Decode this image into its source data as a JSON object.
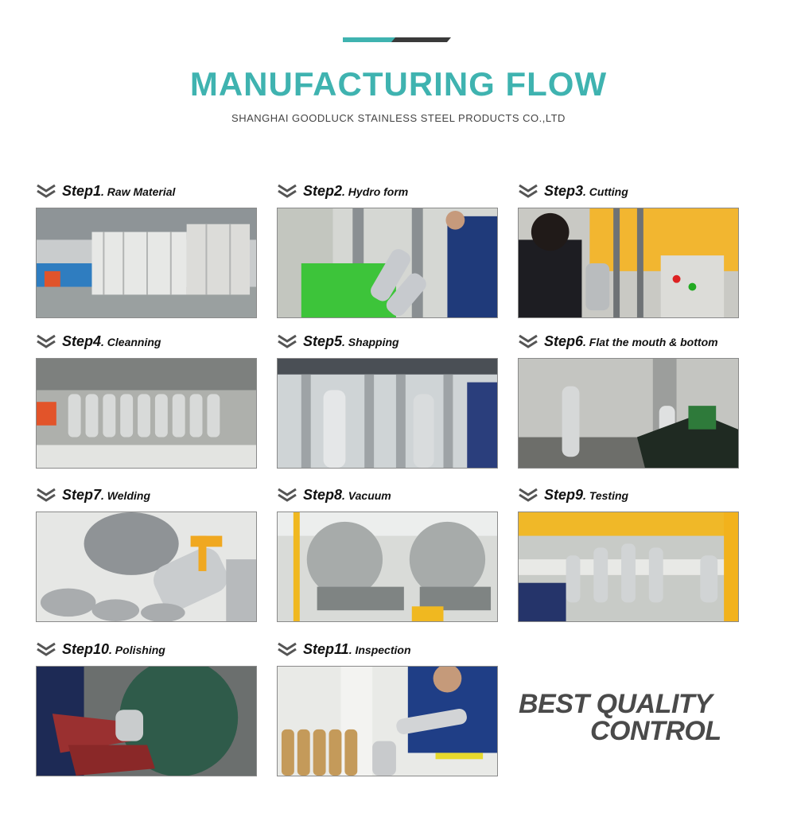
{
  "header": {
    "title": "MANUFACTURING FLOW",
    "subtitle": "SHANGHAI GOODLUCK STAINLESS STEEL PRODUCTS CO.,LTD"
  },
  "steps": [
    {
      "number": "Step1",
      "name": ". Raw Material"
    },
    {
      "number": "Step2",
      "name": ". Hydro form"
    },
    {
      "number": "Step3",
      "name": ". Cutting"
    },
    {
      "number": "Step4",
      "name": ". Cleanning"
    },
    {
      "number": "Step5",
      "name": ". Shapping"
    },
    {
      "number": "Step6",
      "name": ". Flat the mouth & bottom"
    },
    {
      "number": "Step7",
      "name": ". Welding"
    },
    {
      "number": "Step8",
      "name": ". Vacuum"
    },
    {
      "number": "Step9",
      "name": ". Testing"
    },
    {
      "number": "Step10",
      "name": ". Polishing"
    },
    {
      "number": "Step11",
      "name": ". Inspection"
    }
  ],
  "tagline": {
    "line1": "BEST QUALITY",
    "line2": "CONTROL"
  },
  "colors": {
    "accent": "#3fb3b0",
    "dark_bar": "#3a3a3a"
  }
}
